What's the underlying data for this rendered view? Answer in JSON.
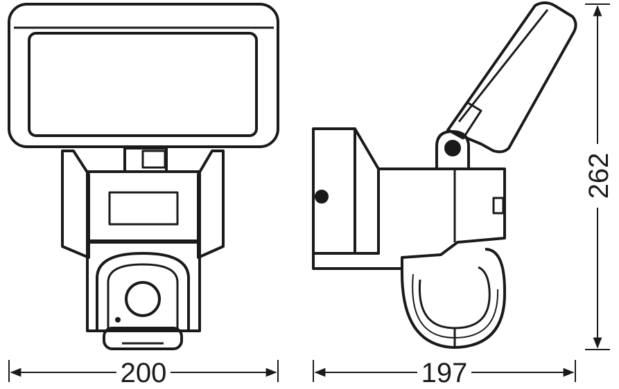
{
  "dimensions": {
    "width_label": "200",
    "depth_label": "197",
    "height_label": "262"
  },
  "colors": {
    "outline": "#1a1a1a",
    "body_fill": "#ffffff",
    "panel_fill": "#ffffff"
  }
}
